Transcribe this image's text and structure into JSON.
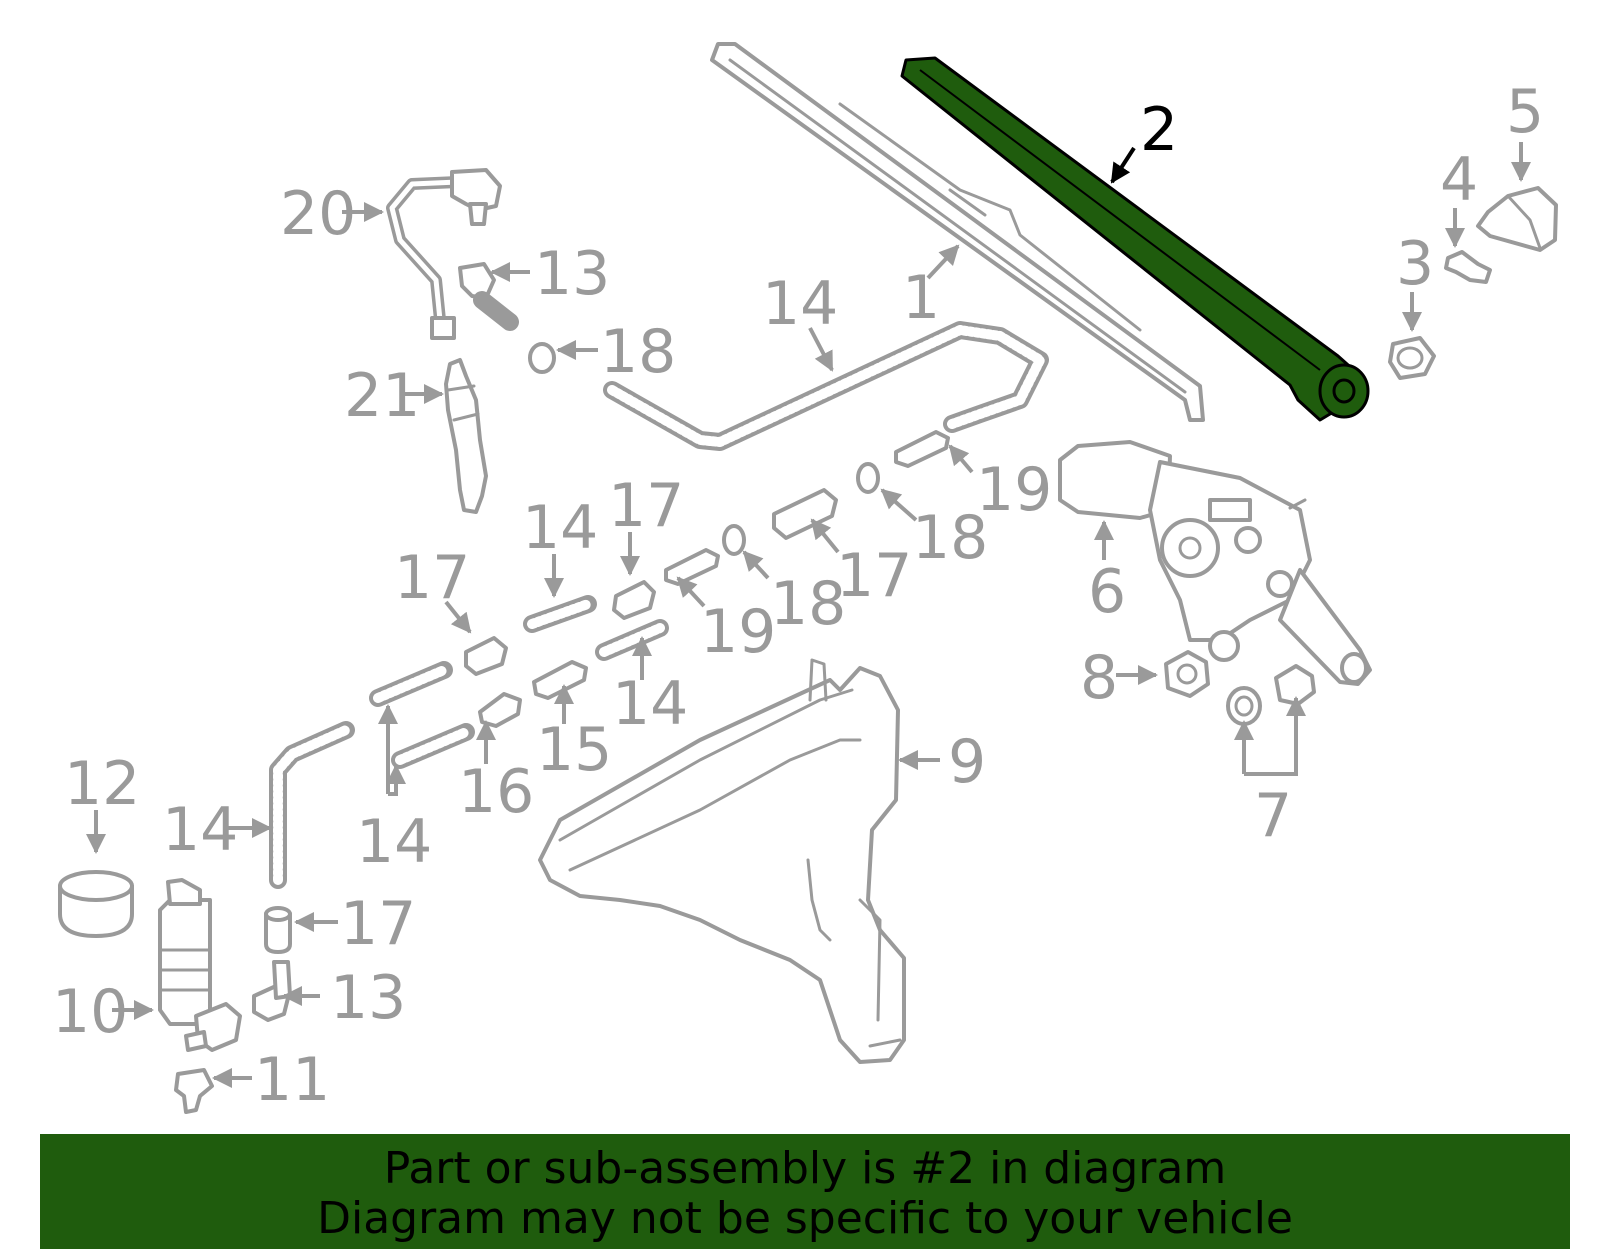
{
  "callouts": {
    "c1": "1",
    "c2": "2",
    "c3": "3",
    "c4": "4",
    "c5": "5",
    "c6": "6",
    "c7": "7",
    "c8": "8",
    "c9": "9",
    "c10": "10",
    "c11": "11",
    "c12": "12",
    "c13a": "13",
    "c13b": "13",
    "c14a": "14",
    "c14b": "14",
    "c14c": "14",
    "c14d": "14",
    "c14e": "14",
    "c15": "15",
    "c16": "16",
    "c17a": "17",
    "c17b": "17",
    "c17c": "17",
    "c17d": "17",
    "c18a": "18",
    "c18b": "18",
    "c18c": "18",
    "c19a": "19",
    "c19b": "19",
    "c20": "20",
    "c21": "21"
  },
  "highlight": {
    "part_number": "2",
    "color": "#1f5c0d"
  },
  "banner": {
    "line1": "Part or sub-assembly is #2 in diagram",
    "line2": "Diagram may not be specific to your vehicle",
    "background": "#1f5c0d"
  }
}
